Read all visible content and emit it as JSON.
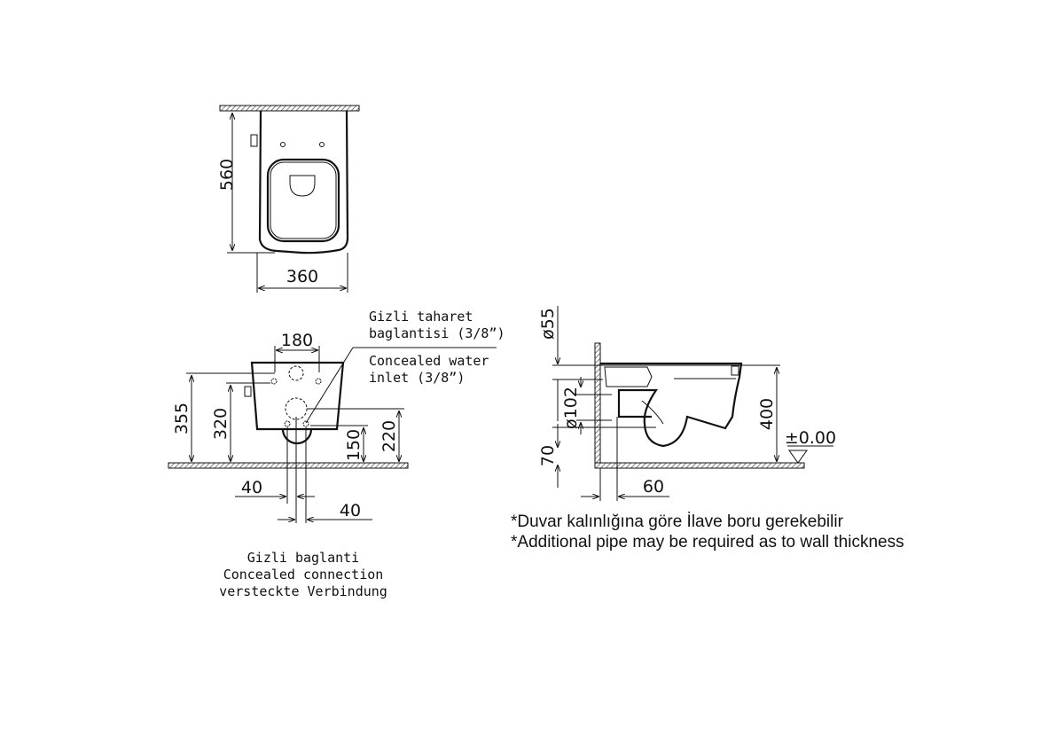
{
  "top_view": {
    "depth": "560",
    "width": "360"
  },
  "front_view": {
    "dims": {
      "hole_spacing": "180",
      "h355": "355",
      "h320": "320",
      "h150": "150",
      "h220": "220",
      "left_offset": "40",
      "right_offset": "40"
    },
    "label_bidet_tr": [
      "Gizli taharet",
      "baglantisi (3/8”)"
    ],
    "label_water_inlet": [
      "Concealed water",
      "inlet (3/8”)"
    ],
    "caption": [
      "Gizli baglanti",
      "Concealed connection",
      "versteckte Verbindung"
    ]
  },
  "side_view": {
    "dims": {
      "d55": "ø55",
      "d102": "ø102",
      "h70": "70",
      "h400": "400",
      "w60": "60",
      "level": "±0.00"
    }
  },
  "notes": [
    "*Duvar kalınlığına göre İlave boru gerekebilir",
    "*Additional pipe may be required as to wall thickness"
  ]
}
